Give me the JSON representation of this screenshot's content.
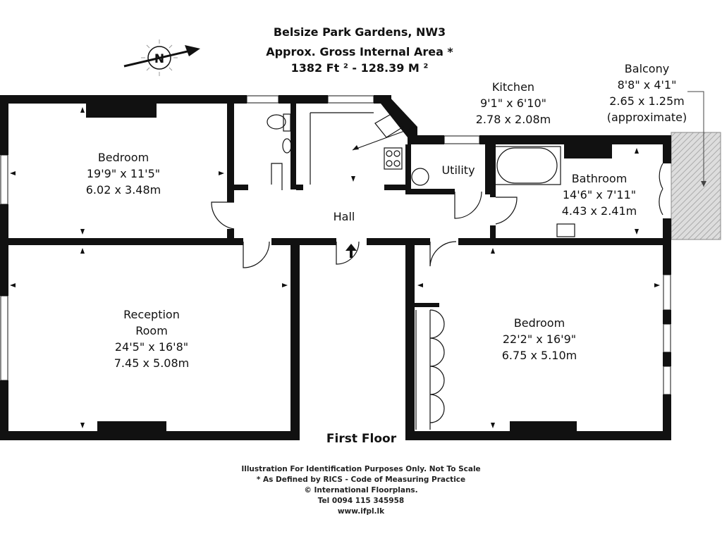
{
  "header": {
    "address": "Belsize Park Gardens, NW3",
    "area_label": "Approx. Gross Internal Area *",
    "area_value": "1382 Ft ² - 128.39 M ²"
  },
  "compass": {
    "letter": "N"
  },
  "rooms": {
    "bedroom1": {
      "name": "Bedroom",
      "imperial": "19'9\" x 11'5\"",
      "metric": "6.02 x 3.48m"
    },
    "kitchen": {
      "name": "Kitchen",
      "imperial": "9'1\" x 6'10\"",
      "metric": "2.78 x 2.08m"
    },
    "balcony": {
      "name": "Balcony",
      "imperial": "8'8\" x 4'1\"",
      "metric": "2.65 x 1.25m",
      "note": "(approximate)"
    },
    "utility": {
      "name": "Utility"
    },
    "bathroom": {
      "name": "Bathroom",
      "imperial": "14'6\" x 7'11\"",
      "metric": "4.43 x 2.41m"
    },
    "hall": {
      "name": "Hall"
    },
    "reception": {
      "name1": "Reception",
      "name2": "Room",
      "imperial": "24'5\" x 16'8\"",
      "metric": "7.45 x 5.08m"
    },
    "bedroom2": {
      "name": "Bedroom",
      "imperial": "22'2\" x 16'9\"",
      "metric": "6.75 x 5.10m"
    }
  },
  "floor_label": "First Floor",
  "footer": {
    "line1": "Illustration For Identification Purposes Only. Not To Scale",
    "line2": "* As Defined by RICS - Code of Measuring Practice",
    "line3": "© International Floorplans.",
    "line4": "Tel 0094 115 345958",
    "line5": "www.ifpl.lk"
  }
}
